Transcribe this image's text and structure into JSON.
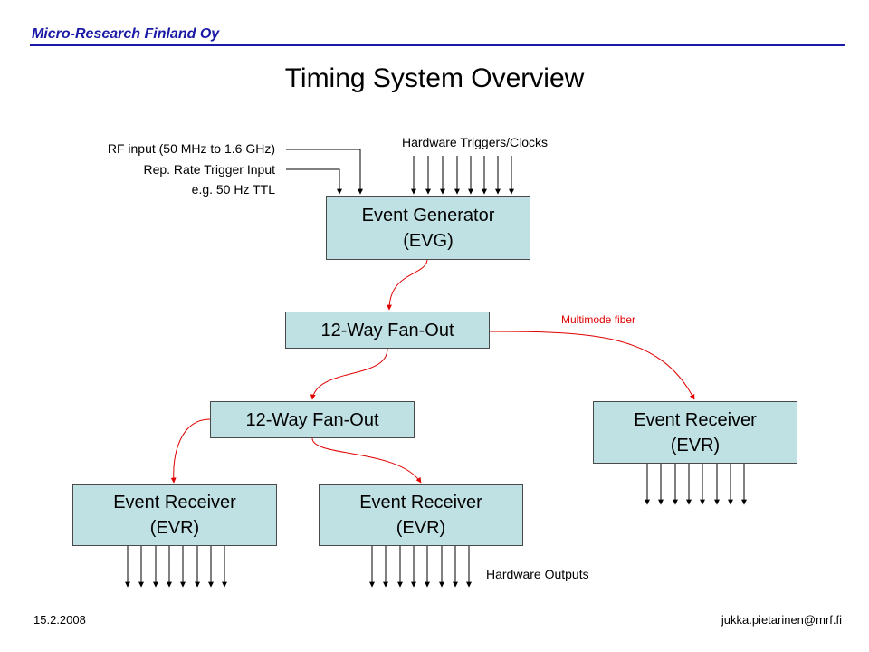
{
  "header": {
    "company": "Micro-Research Finland Oy"
  },
  "title": "Timing System Overview",
  "inputs": {
    "rf_input": "RF input (50 MHz to 1.6 GHz)",
    "rep_rate": "Rep. Rate Trigger Input",
    "rep_rate_example": "e.g. 50 Hz TTL",
    "hardware_triggers": "Hardware Triggers/Clocks"
  },
  "nodes": {
    "evg": {
      "name": "Event Generator",
      "abbr": "(EVG)"
    },
    "fanout1": {
      "name": "12-Way Fan-Out"
    },
    "fanout2": {
      "name": "12-Way Fan-Out"
    },
    "evr_right": {
      "name": "Event Receiver",
      "abbr": "(EVR)"
    },
    "evr_left": {
      "name": "Event Receiver",
      "abbr": "(EVR)"
    },
    "evr_middle": {
      "name": "Event Receiver",
      "abbr": "(EVR)"
    }
  },
  "links": {
    "fiber_label": "Multimode fiber",
    "fiber_color": "#e00000"
  },
  "outputs": {
    "label": "Hardware Outputs"
  },
  "footer": {
    "date": "15.2.2008",
    "email": "jukka.pietarinen@mrf.fi"
  }
}
